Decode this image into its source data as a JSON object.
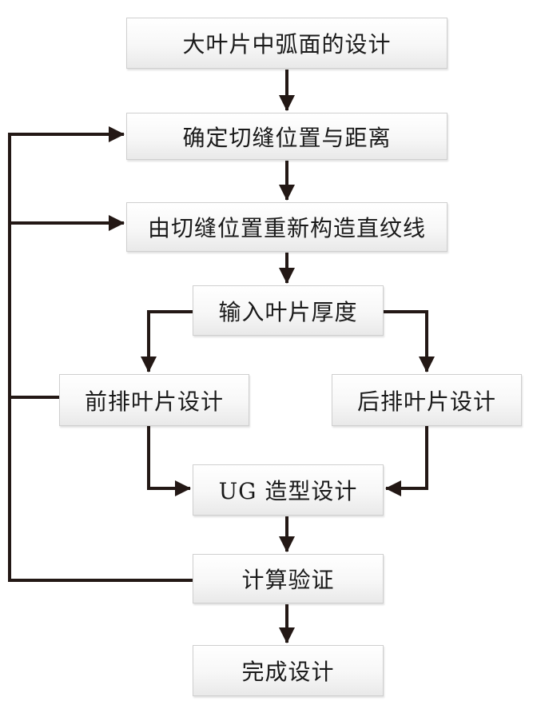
{
  "nodes": {
    "blade_arc_design": "大叶片中弧面的设计",
    "cut_seam_position": "确定切缝位置与距离",
    "reconstruct_ruled_lines": "由切缝位置重新构造直纹线",
    "input_thickness": "输入叶片厚度",
    "front_blade_design": "前排叶片设计",
    "rear_blade_design": "后排叶片设计",
    "ug_modeling_design": "UG 造型设计",
    "calculation_verification": "计算验证",
    "design_complete": "完成设计"
  },
  "colors": {
    "line": "#231815",
    "box_border": "#cfcfcf"
  }
}
